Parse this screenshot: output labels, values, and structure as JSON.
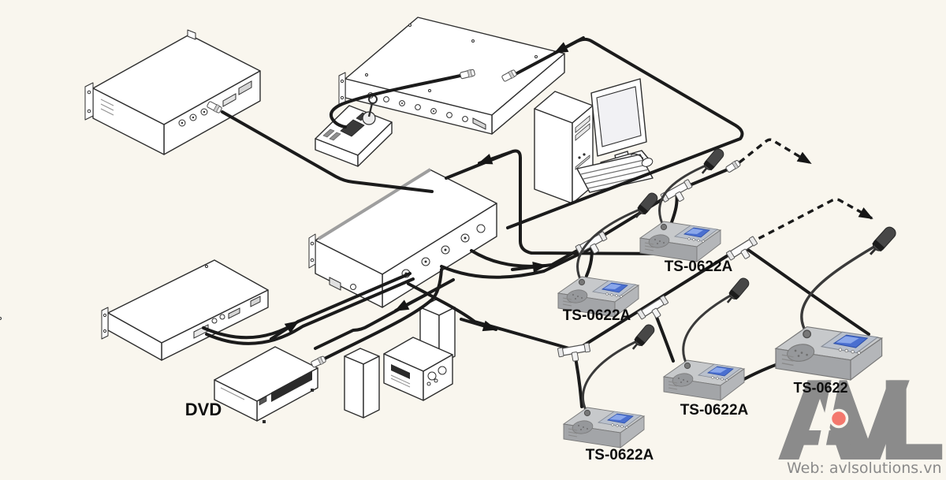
{
  "diagram": {
    "type": "system-connection-diagram",
    "equipment_labels": {
      "dvd": "DVD"
    },
    "unit_labels": {
      "delegate_a": "TS-0622A",
      "delegate_b": "TS-0622A",
      "delegate_c": "TS-0622A",
      "delegate_d": "TS-0622A",
      "chairman": "TS-0622"
    },
    "watermark": {
      "letter_a": "A",
      "letter_v": "V",
      "letter_l": "L",
      "website": "Web: avlsolutions.vn",
      "logo_color": "#8b8b8b",
      "dot_color": "#f4786d"
    },
    "colors": {
      "background": "#f9f6ee",
      "cable": "#1b1b1b",
      "line_art": "#2e2e2e",
      "unit_body_gray": "#c7c9cb",
      "unit_front_gray": "#a3a5a8",
      "screen_blue": "#4a6fd0",
      "screen_highlight": "#8aa7ea",
      "label_text": "#0d0d0d"
    }
  }
}
